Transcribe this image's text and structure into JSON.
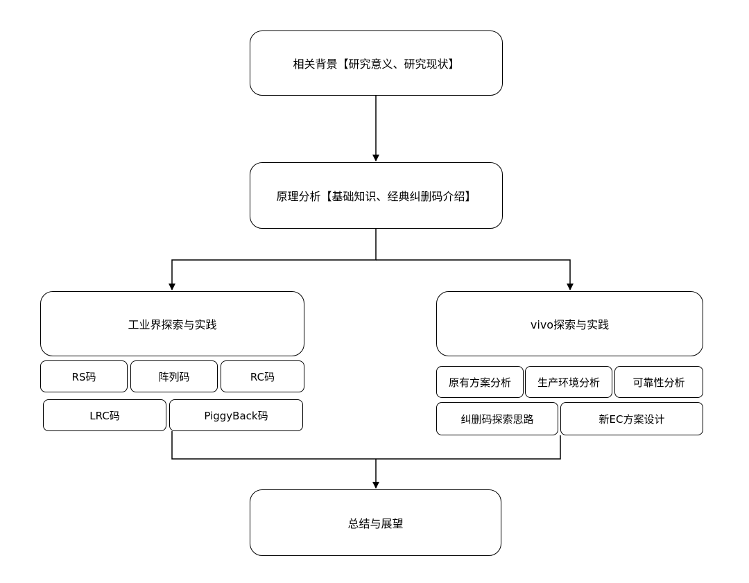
{
  "nodes": {
    "background": "相关背景【研究意义、研究现状】",
    "principle": "原理分析【基础知识、经典纠删码介绍】",
    "industry": "工业界探索与实践",
    "vivo": "vivo探索与实践",
    "summary": "总结与展望"
  },
  "industry_items": {
    "rs": "RS码",
    "array": "阵列码",
    "rc": "RC码",
    "lrc": "LRC码",
    "piggyback": "PiggyBack码"
  },
  "vivo_items": {
    "original": "原有方案分析",
    "production": "生产环境分析",
    "reliability": "可靠性分析",
    "exploration": "纠删码探索思路",
    "new_ec": "新EC方案设计"
  },
  "colors": {
    "stroke": "#000000",
    "fill": "#ffffff"
  }
}
